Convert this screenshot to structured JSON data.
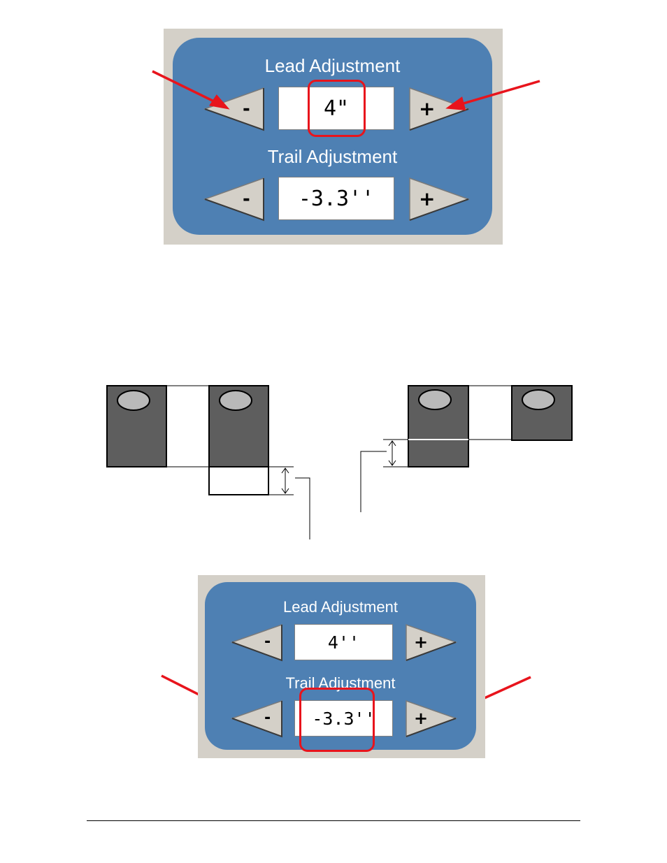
{
  "panel_top": {
    "lead": {
      "label": "Lead Adjustment",
      "value": "4\"",
      "minus": "-",
      "plus": "+"
    },
    "trail": {
      "label": "Trail Adjustment",
      "value": "-3.3''",
      "minus": "-",
      "plus": "+"
    }
  },
  "panel_bottom": {
    "lead": {
      "label": "Lead Adjustment",
      "value": "4''",
      "minus": "-",
      "plus": "+"
    },
    "trail": {
      "label": "Trail Adjustment",
      "value": "-3.3''",
      "minus": "-",
      "plus": "+"
    }
  },
  "colors": {
    "panel_blue": "#4e80b3",
    "frame_gray": "#d4d0c8",
    "highlight_red": "#e8141c",
    "block_gray": "#5e5e5e"
  }
}
